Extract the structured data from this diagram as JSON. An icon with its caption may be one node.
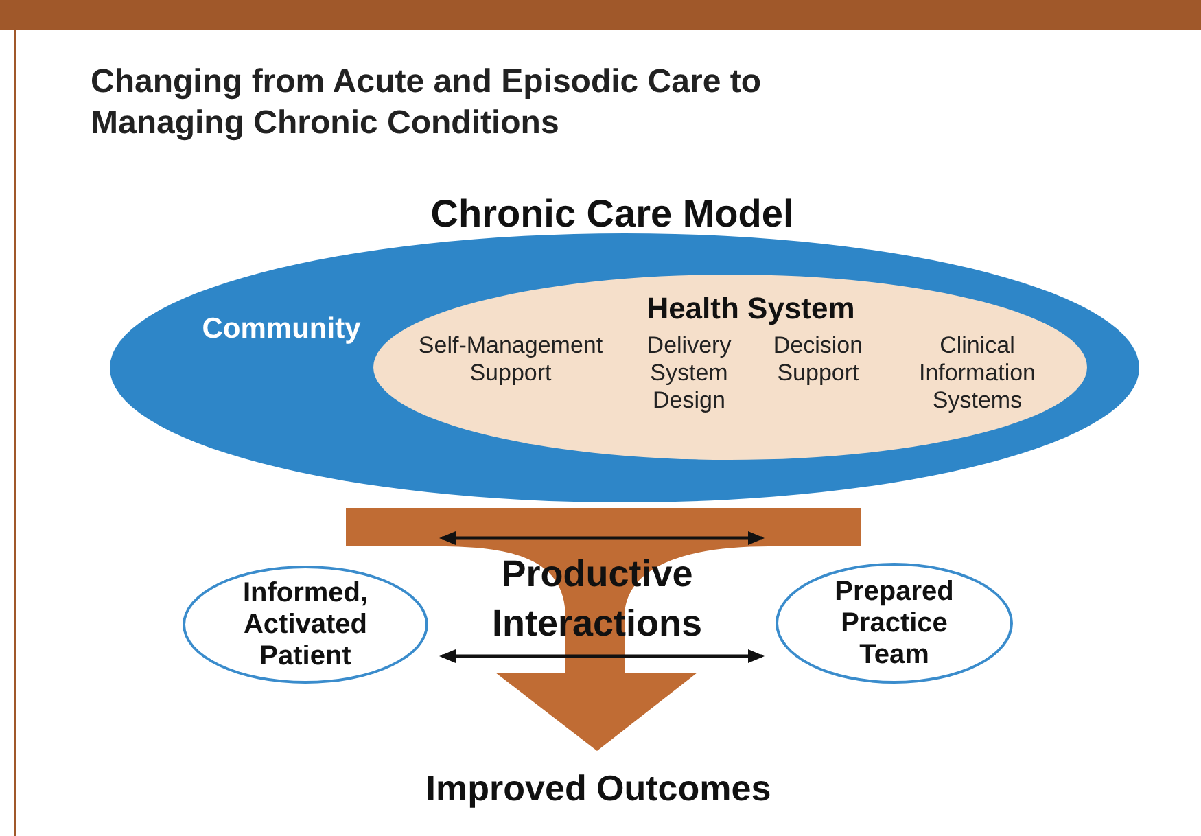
{
  "diagram": {
    "title": "Changing from Acute and Episodic Care to Managing Chronic Conditions",
    "nodes": [
      {
        "text": [
          "Community"
        ]
      },
      {
        "text": [
          "Health System",
          "Self-Management Support",
          "Delivery System Design",
          "Decision Support",
          "Clinical Information Systems"
        ],
        "in": 0
      },
      {
        "text": [
          "Informed, Activated Patient"
        ]
      },
      {
        "text": [
          "Prepared Practice Team"
        ]
      },
      {
        "text": [
          "Improved Outcomes"
        ]
      }
    ],
    "edges": [
      {
        "from": 0,
        "to": 4,
        "arrow": "to",
        "label": "Productive Interactions",
        "style": "thick",
        "color": "#c06c34"
      },
      {
        "from": 2,
        "to": 3,
        "arrow": "both"
      },
      {
        "from": 2,
        "to": 3,
        "arrow": "both"
      }
    ],
    "labels": [
      "Chronic Care Model"
    ]
  }
}
